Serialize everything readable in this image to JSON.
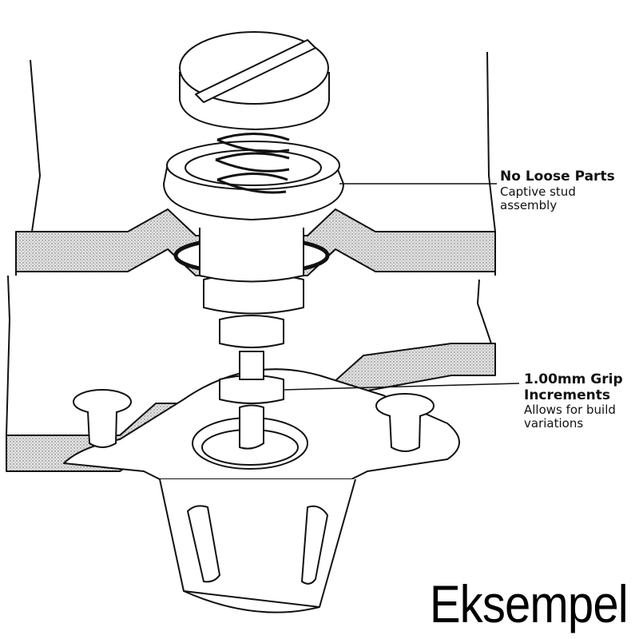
{
  "callouts": [
    {
      "title": "No Loose Parts",
      "lines": [
        "Captive stud",
        "assembly"
      ]
    },
    {
      "title": "1.00mm Grip",
      "title2": "Increments",
      "lines": [
        "Allows for build",
        "variations"
      ]
    }
  ],
  "watermark": "Eksempel",
  "colors": {
    "line": "#111111",
    "panel": "#cfcfcf",
    "background": "#ffffff"
  }
}
